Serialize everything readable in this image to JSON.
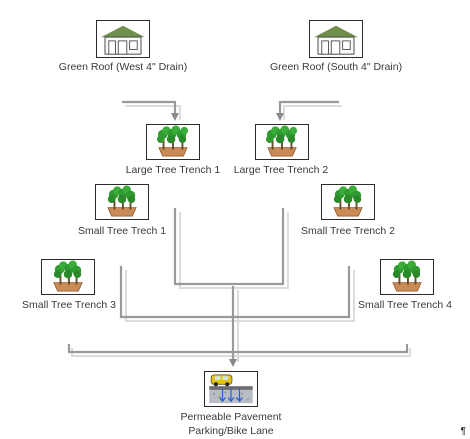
{
  "diagram": {
    "nodes": [
      {
        "id": "gr-west",
        "label": "Green Roof (West 4\" Drain)",
        "icon": "green-roof-house-icon"
      },
      {
        "id": "gr-south",
        "label": "Green Roof (South 4\" Drain)",
        "icon": "green-roof-house-icon"
      },
      {
        "id": "ltt1",
        "label": "Large Tree Trench 1",
        "icon": "tree-trench-icon"
      },
      {
        "id": "ltt2",
        "label": "Large Tree Trench 2",
        "icon": "tree-trench-icon"
      },
      {
        "id": "stt1",
        "label": "Small Tree Trech 1",
        "icon": "tree-trench-icon"
      },
      {
        "id": "stt2",
        "label": "Small Tree Trench 2",
        "icon": "tree-trench-icon"
      },
      {
        "id": "stt3",
        "label": "Small Tree Trench 3",
        "icon": "tree-trench-icon"
      },
      {
        "id": "stt4",
        "label": "Small Tree Trench 4",
        "icon": "tree-trench-icon"
      },
      {
        "id": "pp",
        "label_line1": "Permeable Pavement",
        "label_line2": "Parking/Bike Lane",
        "icon": "permeable-pavement-car-icon"
      }
    ],
    "edges": [
      {
        "from": "gr-west",
        "to": "ltt1"
      },
      {
        "from": "gr-south",
        "to": "ltt2"
      },
      {
        "from": "ltt1",
        "to": "pp"
      },
      {
        "from": "ltt2",
        "to": "pp"
      },
      {
        "from": "stt1",
        "to": "pp"
      },
      {
        "from": "stt2",
        "to": "pp"
      },
      {
        "from": "stt3",
        "to": "pp"
      },
      {
        "from": "stt4",
        "to": "pp"
      }
    ],
    "colors": {
      "connector": "#9a9a9a",
      "connector_shadow": "#d6d6d6",
      "roof": "#6f8f4a",
      "tree_canopy": "#2f9a2f",
      "planter": "#c98a55",
      "car": "#e6c21a"
    },
    "paragraph_mark": "¶"
  }
}
